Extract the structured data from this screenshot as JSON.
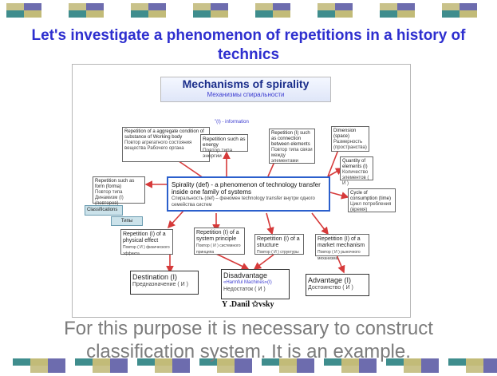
{
  "header_colors": [
    "#c9c28a",
    "#6d6cae",
    "#ffffff",
    "#3f8d8d",
    "#c2bb78"
  ],
  "footer_colors": [
    "#3f8d8d",
    "#c2bb78",
    "#6d6cae",
    "#ffffff",
    "#c9c28a"
  ],
  "slide_title": "Let's investigate a phenomenon of repetitions in a history of technics",
  "diagram": {
    "title": "Mechanisms of spirality",
    "subtitle": "Механизмы спиральности",
    "info": "\"(I) - information",
    "center_en": "Spirality (def) - a phenomenon of technology transfer inside one family of systems",
    "center_ru": "Спиральность (def) – феномен technology transfer внутри одного семейства систем",
    "aggregate_en": "Repetition of a aggregate condition of substance of Working body",
    "aggregate_ru": "Повтор агрегатного состояния вещества Рабочего органа",
    "energy_en": "Repetition such as energy",
    "energy_ru": "Повтор типа энергии",
    "connection_en": "Repetition (I) such as connection between elements",
    "connection_ru": "Повтор типа связи между элементами",
    "dimension_en": "Dimension (space)",
    "dimension_ru": "Размерность (пространства)",
    "quantity_en": "Quantity of elements (I)",
    "quantity_ru": "Количество элементов ( И )",
    "cycle_en": "Cycle of consumption (time)",
    "cycle_ru": "Цикл потребления (время)",
    "form_en": "Repetition such as form (forma)",
    "form_ru": "Повтор типа Динамизм (I) (повторов)",
    "classifications": "Classifications",
    "type": "Типы",
    "physical_en": "Repetition (I) of a physical effect",
    "physical_ru": "Повтор ( И ) физического эффекта",
    "system_en": "Repetition (I) of a system principle",
    "system_ru": "Повтор ( И ) системного принципа",
    "structure_en": "Repetition (I) of a structure",
    "structure_ru": "Повтор ( И ) структуры",
    "market_en": "Repetition (I) of a market mechanism",
    "market_ru": "Повтор ( И ) рыночного механизма",
    "destination_en": "Destination (I)",
    "destination_ru": "Предназначение ( И )",
    "disadvantage_en": "Disadvantage",
    "disadvantage_mid": "«Harmful Machines»(I)",
    "disadvantage_ru": "Недостаток ( И )",
    "advantage_en": "Advantage (I)",
    "advantage_ru": "Достоинство ( И )",
    "author": "Y .Danil ✩vsky"
  },
  "bottom_text_line1": "For this purpose it is necessary to construct",
  "bottom_text_line2": "classification system. It is an example."
}
